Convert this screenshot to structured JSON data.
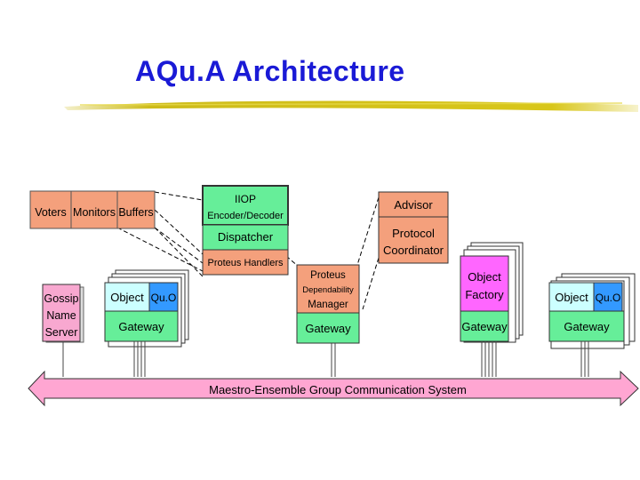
{
  "title": "AQu.A Architecture",
  "colors": {
    "title": "#1a1ad6",
    "salmon": "#f4a07c",
    "green": "#66ee99",
    "pink": "#f8a8d0",
    "magenta": "#ff66ff",
    "blue": "#3399ff",
    "cyan": "#ccffff",
    "bus": "#ffa6d2"
  },
  "orb_components": {
    "voters": "Voters",
    "monitors": "Monitors",
    "buffers": "Buffers"
  },
  "iiop": {
    "line1": "IIOP",
    "line2": "Encoder/Decoder"
  },
  "dispatcher": "Dispatcher",
  "proteus_handlers": "Proteus Handlers",
  "advisor": "Advisor",
  "protocol_coordinator": {
    "line1": "Protocol",
    "line2": "Coordinator"
  },
  "gossip": {
    "line1": "Gossip",
    "line2": "Name",
    "line3": "Server"
  },
  "client1": {
    "object": "Object",
    "quo": "Qu.O",
    "gateway": "Gateway"
  },
  "pdm": {
    "line1": "Proteus",
    "line2": "Dependability",
    "line3": "Manager",
    "gateway": "Gateway"
  },
  "factory": {
    "line1": "Object",
    "line2": "Factory",
    "gateway": "Gateway"
  },
  "client2": {
    "object": "Object",
    "quo": "Qu.O",
    "gateway": "Gateway"
  },
  "bus_label": "Maestro-Ensemble Group Communication System"
}
